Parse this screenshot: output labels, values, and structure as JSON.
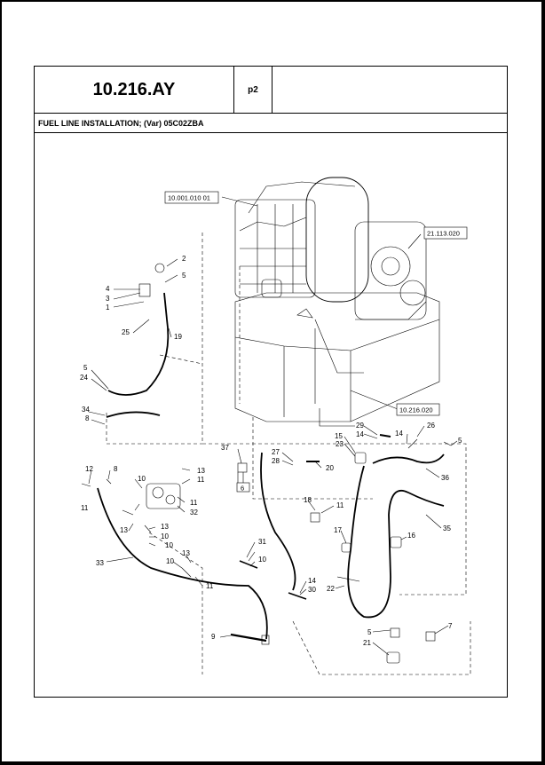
{
  "header": {
    "code": "10.216.AY",
    "page": "p2"
  },
  "title": "FUEL LINE INSTALLATION; (Var) 05C02ZBA",
  "references": {
    "ref_engine": "10.001.010 01",
    "ref_pump": "21.113.020",
    "ref_tank": "10.216.020",
    "ref_sub": "6"
  },
  "callouts": [
    "2",
    "5",
    "4",
    "3",
    "1",
    "25",
    "19",
    "5",
    "24",
    "34",
    "8",
    "12",
    "8",
    "10",
    "11",
    "13",
    "11",
    "11",
    "32",
    "13",
    "13",
    "10",
    "10",
    "10",
    "13",
    "11",
    "33",
    "9",
    "31",
    "27",
    "10",
    "37",
    "28",
    "20",
    "15",
    "23",
    "29",
    "14",
    "14",
    "26",
    "5",
    "36",
    "18",
    "11",
    "17",
    "16",
    "35",
    "22",
    "14",
    "30",
    "5",
    "21",
    "7"
  ]
}
